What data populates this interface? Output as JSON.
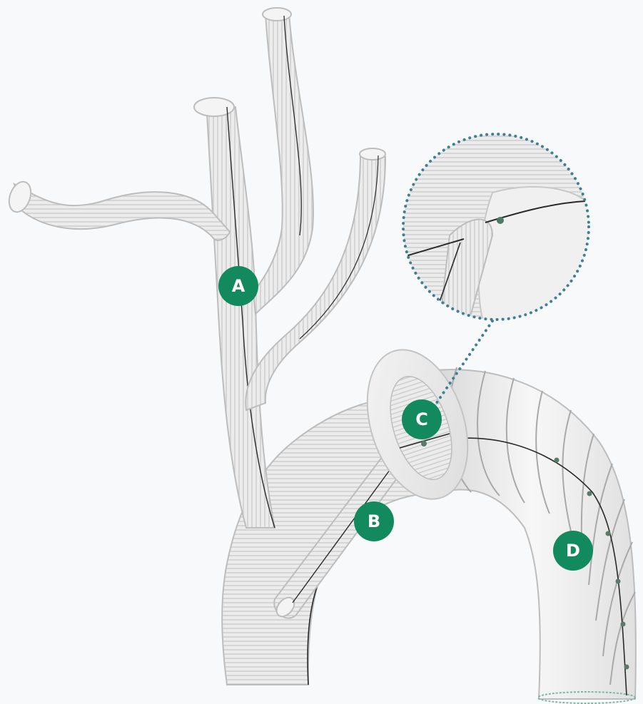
{
  "markers": [
    {
      "id": "a",
      "label": "A"
    },
    {
      "id": "b",
      "label": "B"
    },
    {
      "id": "c",
      "label": "C"
    },
    {
      "id": "d",
      "label": "D"
    }
  ],
  "colors": {
    "marker_fill": "#138a5e",
    "marker_text": "#ffffff",
    "callout_dots": "#3f7f95",
    "vessel": "#e9e9e9",
    "vessel_dark": "#c4c4c4",
    "centerline": "#2a2a2a",
    "background": "#f7f9fb"
  }
}
